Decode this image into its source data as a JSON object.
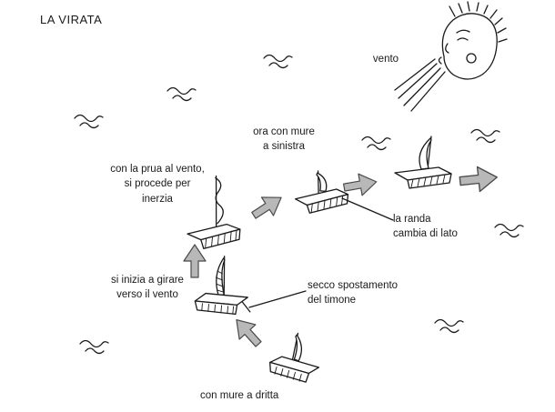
{
  "title": "LA VIRATA",
  "labels": {
    "wind": "vento",
    "port_tack": "ora con mure\na sinistra",
    "bow_to_wind": "con la prua al vento,\nsi procede per\ninerzia",
    "mainsail_side": "la randa\ncambia di lato",
    "start_turn": "si inizia a girare\nverso il vento",
    "rudder_move": "secco spostamento\ndel timone",
    "starboard_tack": "con mure a dritta"
  },
  "colors": {
    "background": "#ffffff",
    "ink": "#1a1a1a",
    "arrow_fill": "#b8b8b8",
    "arrow_stroke": "#4a4a4a"
  }
}
